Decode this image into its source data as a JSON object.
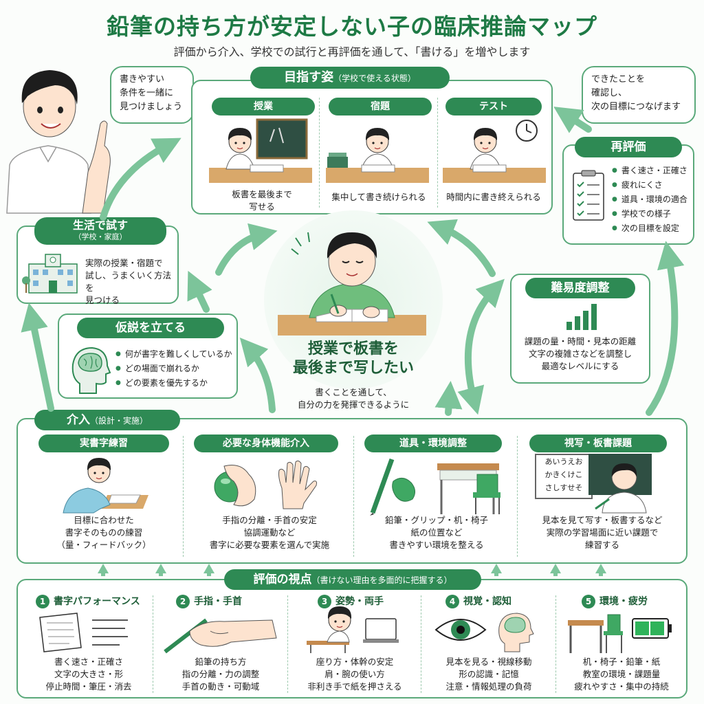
{
  "title": "鉛筆の持ち方が安定しない子の臨床推論マップ",
  "subtitle": "評価から介入、学校での試行と再評価を通して、「書ける」を増やします",
  "therapist_bubble": [
    "書きやすい",
    "条件を一緒に",
    "見つけましょう"
  ],
  "reeval_bubble": [
    "できたことを",
    "確認し、",
    "次の目標につなげます"
  ],
  "goal": {
    "title": "目指す姿",
    "title_note": "（学校で使える状態）",
    "items": [
      {
        "label": "授業",
        "text": [
          "板書を最後まで",
          "写せる"
        ]
      },
      {
        "label": "宿題",
        "text": [
          "集中して書き続けられる"
        ]
      },
      {
        "label": "テスト",
        "text": [
          "時間内に書き終えられる"
        ]
      }
    ]
  },
  "center": {
    "main": [
      "授業で板書を",
      "最後まで写したい"
    ],
    "sub": [
      "書くことを通して、",
      "自分の力を発揮できるように"
    ]
  },
  "life": {
    "title": "生活で試す",
    "note": "（学校・家庭）",
    "text": [
      "実際の授業・宿題で",
      "試し、うまくいく方法を",
      "見つける"
    ]
  },
  "hypothesis": {
    "title": "仮説を立てる",
    "items": [
      "何が書字を難しくしているか",
      "どの場面で崩れるか",
      "どの要素を優先するか"
    ]
  },
  "reeval": {
    "title": "再評価",
    "items": [
      "書く速さ・正確さ",
      "疲れにくさ",
      "道具・環境の適合",
      "学校での様子",
      "次の目標を設定"
    ]
  },
  "difficulty": {
    "title": "難易度調整",
    "text": [
      "課題の量・時間・見本の距離",
      "文字の複雑さなどを調整し",
      "最適なレベルにする"
    ]
  },
  "intervention": {
    "title": "介入",
    "title_note": "（設計・実施）",
    "items": [
      {
        "label": "実書字練習",
        "text": [
          "目標に合わせた",
          "書字そのものの練習",
          "（量・フィードバック）"
        ]
      },
      {
        "label": "必要な身体機能介入",
        "text": [
          "手指の分離・手首の安定",
          "協調運動など",
          "書字に必要な要素を選んで実施"
        ]
      },
      {
        "label": "道具・環境調整",
        "text": [
          "鉛筆・グリップ・机・椅子",
          "紙の位置など",
          "書きやすい環境を整える"
        ]
      },
      {
        "label": "視写・板書課題",
        "text": [
          "見本を見て写す・板書するなど",
          "実際の学習場面に近い課題で",
          "練習する"
        ]
      }
    ],
    "board_text": [
      "あいうえお",
      "かきくけこ",
      "さしすせそ"
    ]
  },
  "assessment": {
    "title": "評価の視点",
    "title_note": "（書けない理由を多面的に把握する）",
    "items": [
      {
        "num": "1",
        "label": "書字パフォーマンス",
        "text": [
          "書く速さ・正確さ",
          "文字の大きさ・形",
          "停止時間・筆圧・消去"
        ]
      },
      {
        "num": "2",
        "label": "手指・手首",
        "text": [
          "鉛筆の持ち方",
          "指の分離・力の調整",
          "手首の動き・可動域"
        ]
      },
      {
        "num": "3",
        "label": "姿勢・両手",
        "text": [
          "座り方・体幹の安定",
          "肩・腕の使い方",
          "非利き手で紙を押さえる"
        ]
      },
      {
        "num": "4",
        "label": "視覚・認知",
        "text": [
          "見本を見る・視線移動",
          "形の認識・記憶",
          "注意・情報処理の負荷"
        ]
      },
      {
        "num": "5",
        "label": "環境・疲労",
        "text": [
          "机・椅子・鉛筆・紙",
          "教室の環境・課題量",
          "疲れやすさ・集中の持続"
        ]
      }
    ]
  },
  "colors": {
    "primary": "#2e8a54",
    "light": "#7cc49a",
    "border": "#5aa97a"
  }
}
